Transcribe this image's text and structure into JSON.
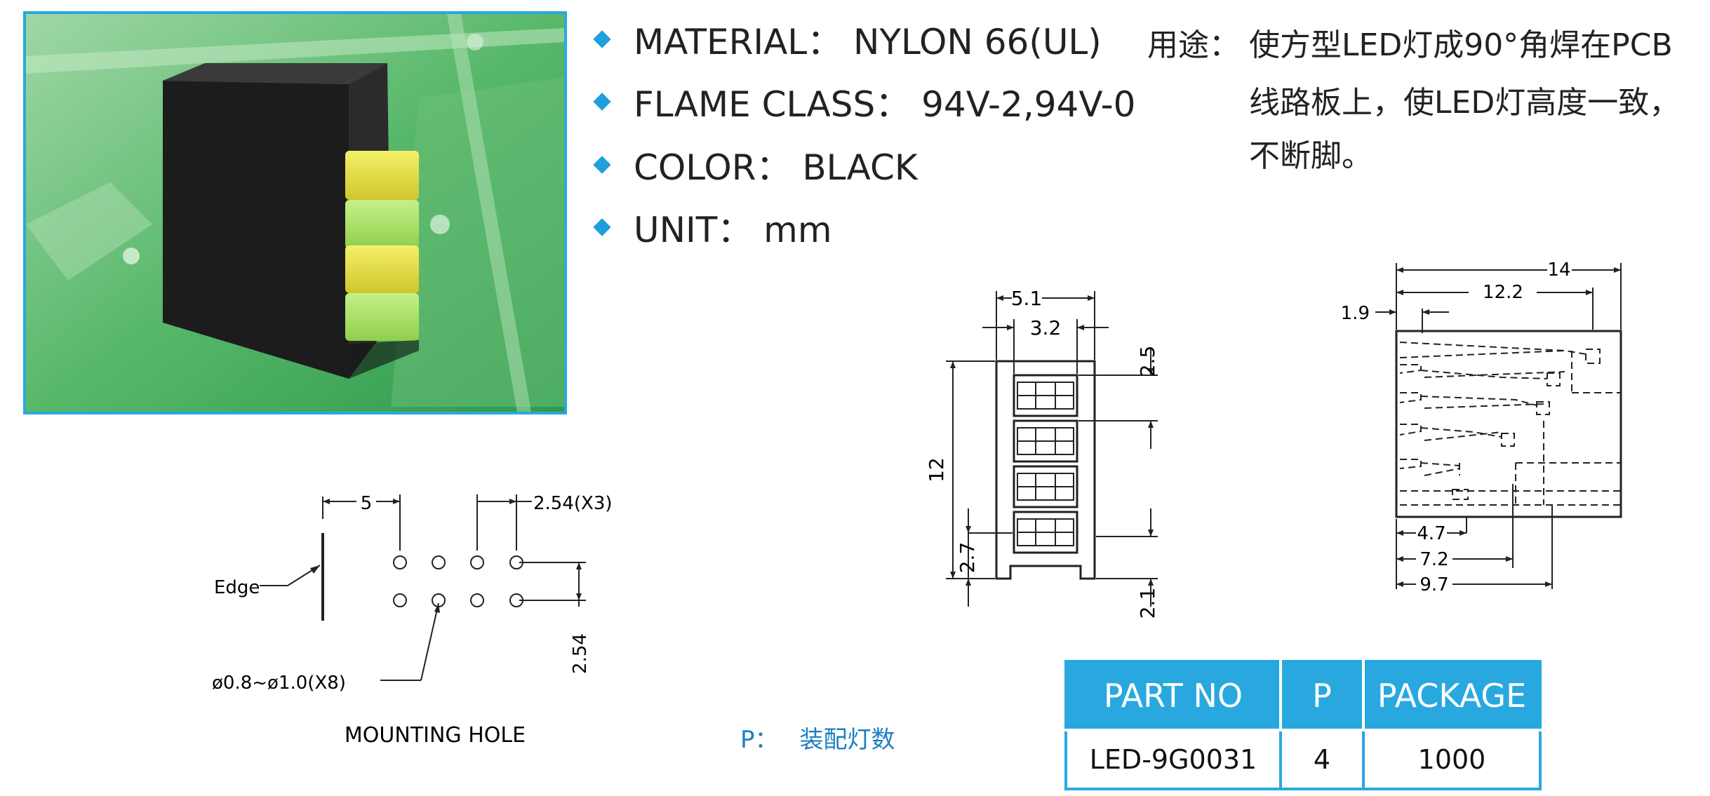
{
  "specs": [
    {
      "label": "MATERIAL： NYLON 66(UL)"
    },
    {
      "label": "FLAME CLASS： 94V-2,94V-0"
    },
    {
      "label": "COLOR： BLACK"
    },
    {
      "label": "UNIT： mm"
    }
  ],
  "usage": {
    "label": "用途：",
    "lines": [
      "使方型LED灯成90°角焊在PCB",
      "线路板上，使LED灯高度一致，",
      "不断脚。"
    ]
  },
  "mounting": {
    "title": "MOUNTING  HOLE",
    "edge_label": "Edge",
    "dim_edge": "5",
    "dim_pitch_x": "2.54(X3)",
    "dim_pitch_y": "2.54",
    "hole_label": "ø0.8~ø1.0(X8)"
  },
  "front_view": {
    "dim_outer_width": "5.1",
    "dim_inner_width": "3.2",
    "dim_height": "12",
    "dim_pitch": "2.5",
    "dim_bottom_offset": "2.7",
    "dim_foot": "2.1"
  },
  "side_view": {
    "dim_total": "14",
    "dim_12": "12.2",
    "dim_1_9": "1.9",
    "dim_4_7": "4.7",
    "dim_7_2": "7.2",
    "dim_9_7": "9.7"
  },
  "table": {
    "headers": [
      "PART NO",
      "P",
      "PACKAGE"
    ],
    "row": [
      "LED-9G0031",
      "4",
      "1000"
    ]
  },
  "p_note": {
    "key": "P：",
    "text": "装配灯数"
  },
  "colors": {
    "accent": "#29a8e0",
    "bullet": "#1ea0dc"
  }
}
